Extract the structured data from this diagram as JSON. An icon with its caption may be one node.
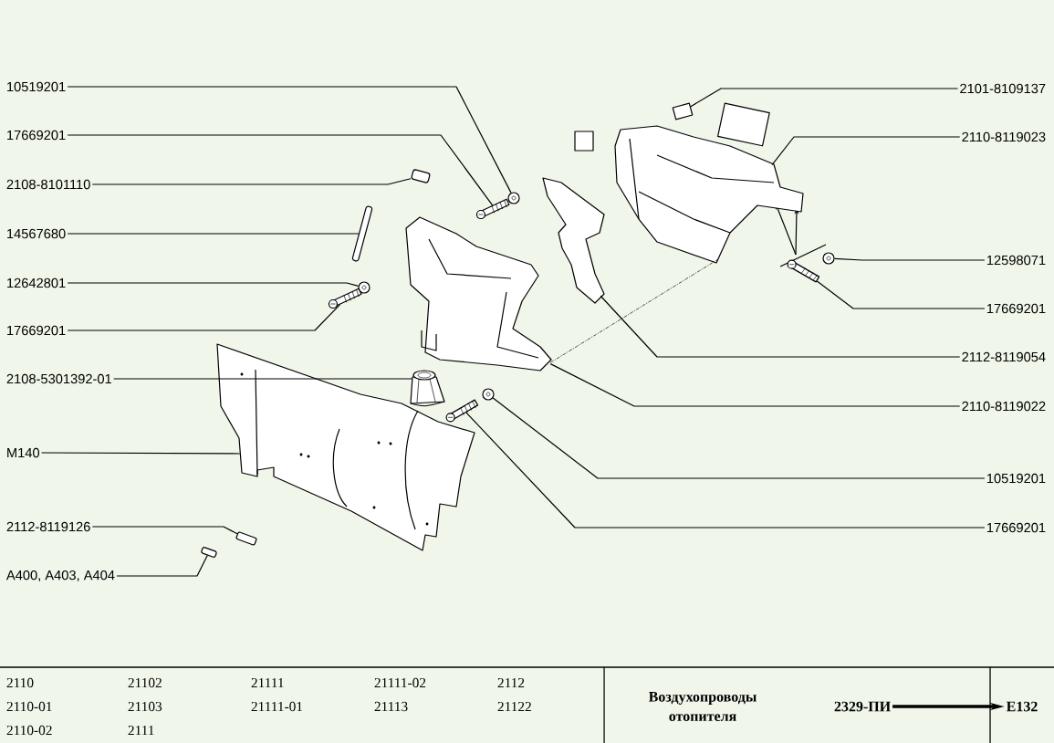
{
  "diagram": {
    "title": "Воздухопроводы отопителя",
    "nodes": [
      {
        "text": [
          "10519201"
        ]
      },
      {
        "text": [
          "17669201"
        ]
      },
      {
        "text": [
          "2108-8101110"
        ]
      },
      {
        "text": [
          "14567680"
        ]
      },
      {
        "text": [
          "12642801"
        ]
      },
      {
        "text": [
          "17669201"
        ]
      },
      {
        "text": [
          "2108-5301392-01"
        ]
      },
      {
        "text": [
          "M140"
        ]
      },
      {
        "text": [
          "2112-8119126"
        ]
      },
      {
        "text": [
          "A400, A403, A404"
        ]
      },
      {
        "text": [
          "2101-8109137"
        ]
      },
      {
        "text": [
          "2110-8119023"
        ]
      },
      {
        "text": [
          "12598071"
        ]
      },
      {
        "text": [
          "17669201"
        ]
      },
      {
        "text": [
          "2112-8119054"
        ]
      },
      {
        "text": [
          "2110-8119022"
        ]
      },
      {
        "text": [
          "10519201"
        ]
      },
      {
        "text": [
          "17669201"
        ]
      },
      {
        "text": [],
        "shape": "picture"
      },
      {
        "text": [],
        "shape": "picture"
      },
      {
        "text": [],
        "shape": "picture"
      },
      {
        "text": [],
        "shape": "picture"
      },
      {
        "text": [],
        "shape": "picture"
      },
      {
        "text": [],
        "shape": "picture"
      },
      {
        "text": [],
        "shape": "picture"
      },
      {
        "text": [],
        "shape": "picture"
      },
      {
        "text": [],
        "shape": "picture"
      },
      {
        "text": [],
        "shape": "picture"
      },
      {
        "text": [],
        "shape": "picture"
      },
      {
        "text": [],
        "shape": "picture"
      },
      {
        "text": [],
        "shape": "picture"
      },
      {
        "text": [],
        "shape": "picture"
      },
      {
        "text": [],
        "shape": "picture"
      },
      {
        "text": [],
        "shape": "picture"
      },
      {
        "text": [],
        "shape": "picture"
      },
      {
        "text": [],
        "shape": "picture"
      },
      {
        "text": [
          "2329-ПИ"
        ]
      },
      {
        "text": [
          "E132"
        ]
      }
    ],
    "edges": [
      {
        "from": 0,
        "to": 18,
        "arrow": "none"
      },
      {
        "from": 1,
        "to": 19,
        "arrow": "none"
      },
      {
        "from": 2,
        "to": 20,
        "arrow": "none"
      },
      {
        "from": 3,
        "to": 21,
        "arrow": "none"
      },
      {
        "from": 4,
        "to": 22,
        "arrow": "none"
      },
      {
        "from": 5,
        "to": 23,
        "arrow": "none"
      },
      {
        "from": 6,
        "to": 24,
        "arrow": "none"
      },
      {
        "from": 7,
        "to": 25,
        "arrow": "none"
      },
      {
        "from": 8,
        "to": 26,
        "arrow": "none"
      },
      {
        "from": 9,
        "to": 27,
        "arrow": "none"
      },
      {
        "from": 10,
        "to": 28,
        "arrow": "none"
      },
      {
        "from": 11,
        "to": 29,
        "arrow": "none"
      },
      {
        "from": 12,
        "to": 30,
        "arrow": "none"
      },
      {
        "from": 13,
        "to": 31,
        "arrow": "none"
      },
      {
        "from": 14,
        "to": 32,
        "arrow": "none"
      },
      {
        "from": 15,
        "to": 33,
        "arrow": "none"
      },
      {
        "from": 16,
        "to": 34,
        "arrow": "none"
      },
      {
        "from": 17,
        "to": 35,
        "arrow": "none"
      },
      {
        "from": 36,
        "to": 37,
        "arrow": "to",
        "style": "thick"
      },
      {
        "from": 33,
        "to": 29,
        "arrow": "none",
        "style": "dashed"
      }
    ],
    "labels": [
      "2110",
      "21102",
      "21111",
      "21111-02",
      "2112",
      "2110-01",
      "21103",
      "21111-01",
      "21113",
      "21122",
      "2110-02",
      "2111"
    ]
  }
}
